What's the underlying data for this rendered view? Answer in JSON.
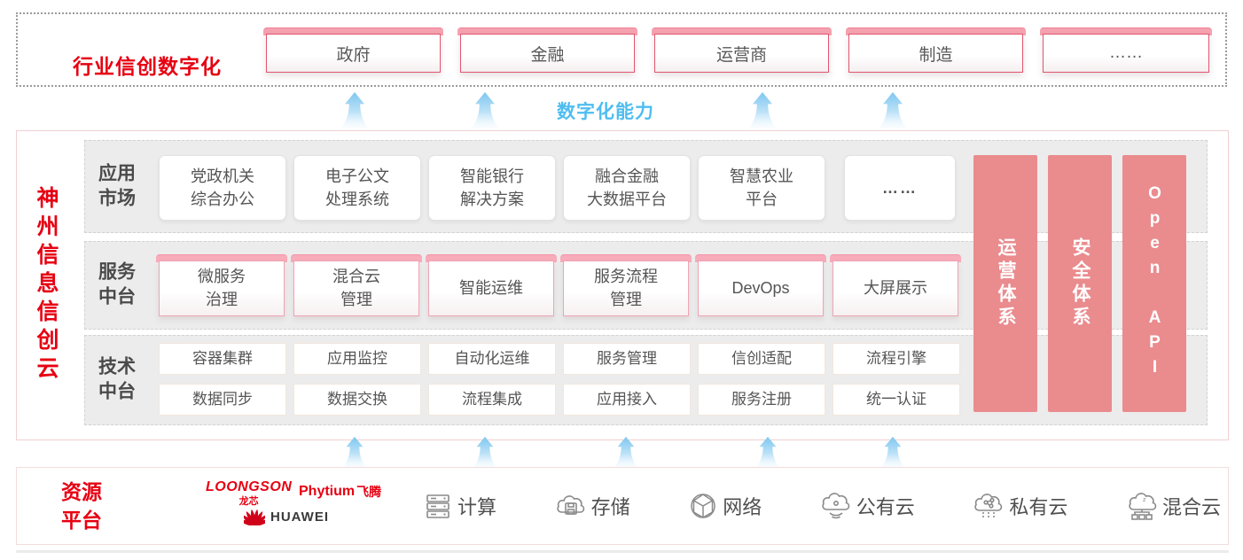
{
  "top": {
    "title": "行业信创数字化",
    "industries": [
      "政府",
      "金融",
      "运营商",
      "制造",
      "……"
    ]
  },
  "capability": {
    "label": "数字化能力"
  },
  "platform": {
    "vertical_title": "神州信息信创云",
    "app_market": {
      "label": "应用\n市场",
      "items": [
        "党政机关\n综合办公",
        "电子公文\n处理系统",
        "智能银行\n解决方案",
        "融合金融\n大数据平台",
        "智慧农业\n平台",
        "……"
      ]
    },
    "service_platform": {
      "label": "服务\n中台",
      "items": [
        "微服务\n治理",
        "混合云\n管理",
        "智能运维",
        "服务流程\n管理",
        "DevOps",
        "大屏展示"
      ]
    },
    "tech_platform": {
      "label": "技术\n中台",
      "rows": [
        [
          "容器集群",
          "应用监控",
          "自动化运维",
          "服务管理",
          "信创适配",
          "流程引擎"
        ],
        [
          "数据同步",
          "数据交换",
          "流程集成",
          "应用接入",
          "服务注册",
          "统一认证"
        ]
      ]
    },
    "pillars": [
      "运营体系",
      "安全体系",
      "Open API"
    ]
  },
  "resource": {
    "label": "资源\n平台",
    "vendors": {
      "loongson_en": "LOONGSON",
      "loongson_cn": "龙芯",
      "phytium_en": "Phytium",
      "phytium_cn": "飞腾",
      "huawei_en": "HUAWEI"
    },
    "items": [
      {
        "icon": "compute-icon",
        "label": "计算"
      },
      {
        "icon": "storage-icon",
        "label": "存储"
      },
      {
        "icon": "network-icon",
        "label": "网络"
      },
      {
        "icon": "public-cloud-icon",
        "label": "公有云"
      },
      {
        "icon": "private-cloud-icon",
        "label": "私有云"
      },
      {
        "icon": "hybrid-cloud-icon",
        "label": "混合云"
      }
    ]
  },
  "colors": {
    "brand_red": "#e60012",
    "pillar_salmon": "#ea8b8e",
    "capability_blue": "#4fbdf0",
    "section_gray": "#ececec"
  }
}
